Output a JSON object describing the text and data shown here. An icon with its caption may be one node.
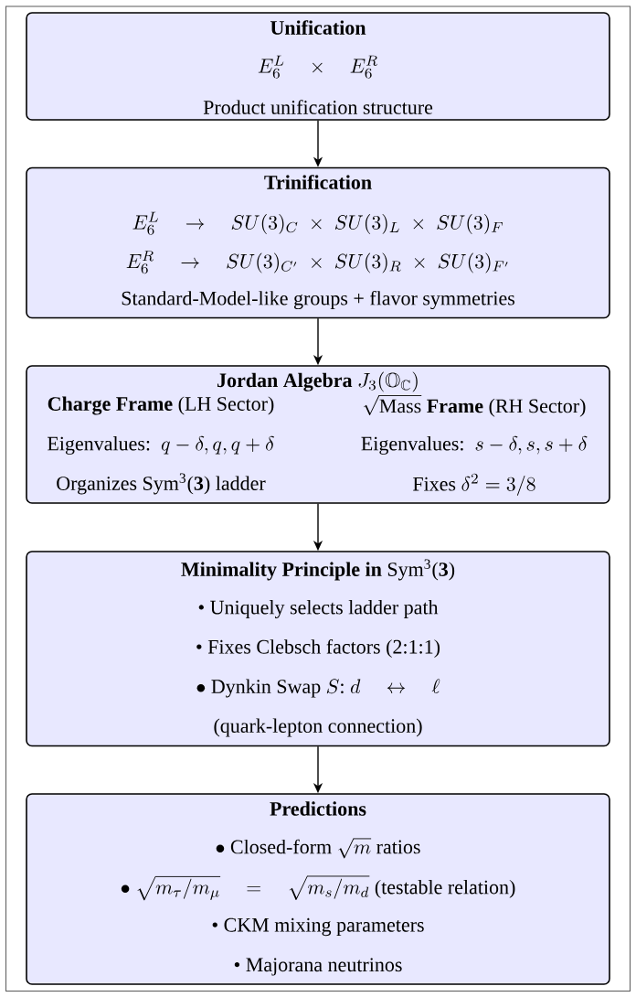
{
  "diagram": {
    "nodes": [
      {
        "text": [
          "Unification",
          "E_6^L \\quad\\times\\quad E_6^R",
          "Product unification structure"
        ]
      },
      {
        "text": [
          "Trinification",
          "E_6^L \\quad\\to\\quad SU(3)_C \\;\\times\\; SU(3)_L \\;\\times\\; SU(3)_F",
          "E_6^R \\quad\\to\\quad SU(3)_{C'} \\;\\times\\; SU(3)_R \\;\\times\\; SU(3)_{F'}",
          "Standard-Model-like groups + flavor symmetries"
        ]
      },
      {
        "text": [
          "\\textbf{Jordan Algebra}\\ J_3(\\mathbb{O}_{\\mathbb{C}})",
          "**Charge Frame** (LH Sector)",
          "\\text{Eigenvalues:}\\ \\ q-\\delta, q, q+\\delta",
          "Organizes Sym$^{3}$(**3**) ladder",
          "\\sqrt{\\text{Mass}}\\ \\textbf{Frame}\\ \\text{(RH Sector)}",
          "\\text{Eigenvalues:}\\ \\ s-\\delta, s, s+\\delta",
          "\\text{Fixes}\\ \\delta^2 = 3/8"
        ]
      },
      {
        "text": [
          "**Minimality Principle in** Sym$^{3}$(**3**)",
          "• Uniquely selects ladder path",
          "• Fixes Clebsch factors (2:1:1)",
          "\\bullet\\ \\text{Dynkin Swap}\\ S\\text{:}\\ d \\quad\\leftrightarrow\\quad \\ell",
          "(quark-lepton connection)"
        ]
      },
      {
        "text": [
          "Predictions",
          "\\bullet\\ \\text{Closed-form}\\ \\sqrt{m}\\ \\text{ratios}",
          "\\bullet\\ \\sqrt{m_\\tau/m_\\mu} \\quad=\\quad \\sqrt{m_s/m_d}\\ \\text{(testable relation)}",
          "• CKM mixing parameters",
          "• Majorana neutrinos"
        ]
      }
    ],
    "edges": [
      {
        "from": 0,
        "to": 1,
        "arrow": "to"
      },
      {
        "from": 1,
        "to": 2,
        "arrow": "to"
      },
      {
        "from": 2,
        "to": 3,
        "arrow": "to"
      },
      {
        "from": 3,
        "to": 4,
        "arrow": "to"
      }
    ]
  }
}
